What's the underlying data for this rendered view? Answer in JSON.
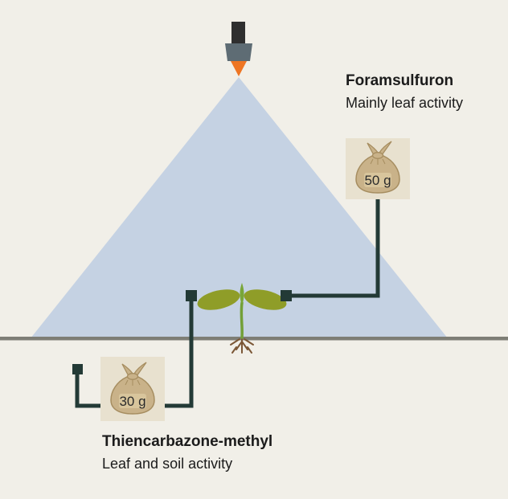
{
  "diagram": {
    "background_color": "#f1efe8",
    "cone_color": "#c5d2e3",
    "ground_color": "#7e7e76",
    "connector_color": "#233a36",
    "text_color": "#1b1b1b"
  },
  "nozzle": {
    "cap_color": "#2f2f2f",
    "body_color": "#5e6c74",
    "tip_color": "#ee7523"
  },
  "plant": {
    "leaf_color": "#8f9d28",
    "stem_color": "#73a038",
    "root_color": "#7b5736"
  },
  "bag": {
    "panel_color": "#e8e1cf",
    "fill_color": "#c9b289",
    "outline_color": "#a68d60"
  },
  "foramsulfuron": {
    "title": "Foramsulfuron",
    "subtitle": "Mainly leaf activity",
    "dose": "50 g"
  },
  "thiencarbazone": {
    "title": "Thiencarbazone-methyl",
    "subtitle": "Leaf and soil activity",
    "dose": "30 g"
  }
}
